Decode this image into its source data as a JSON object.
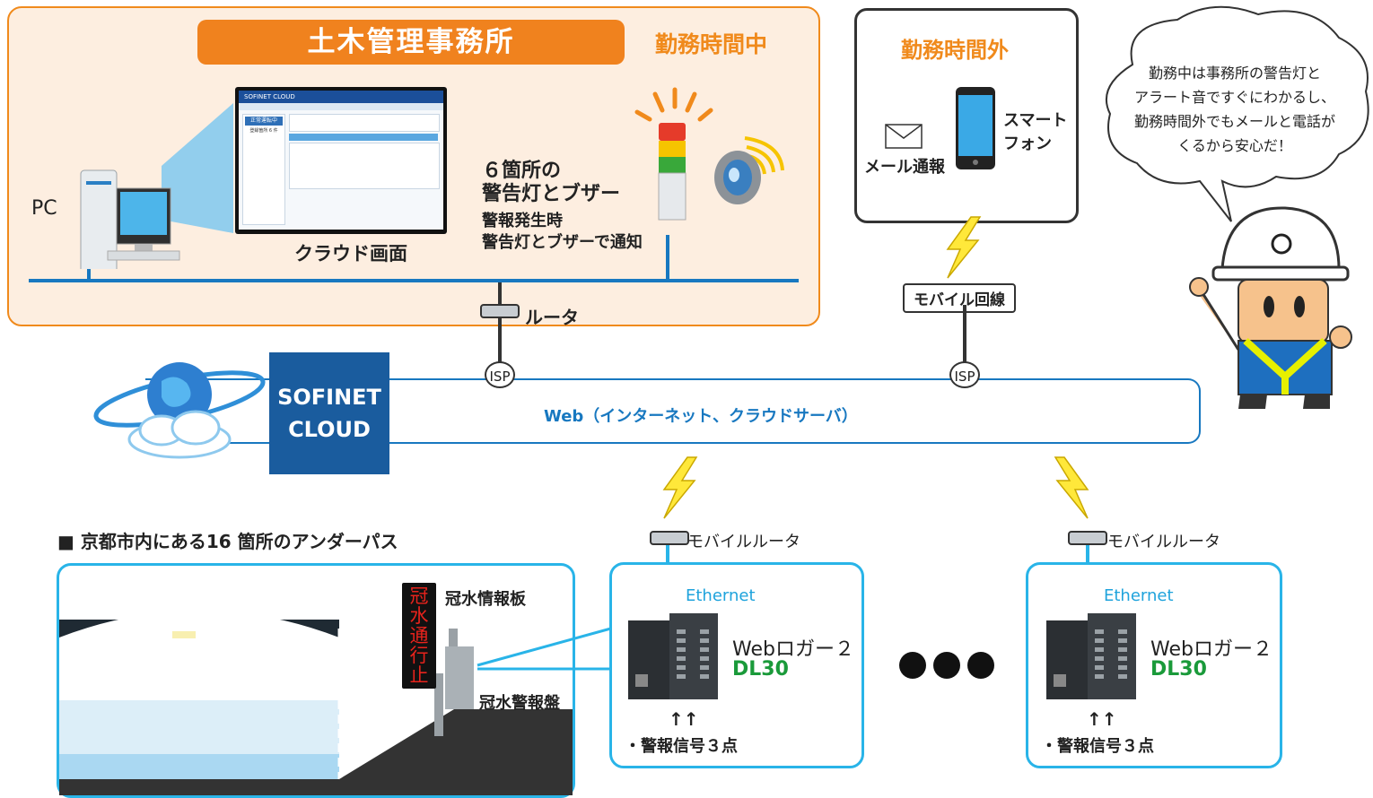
{
  "office": {
    "title": "土木管理事務所",
    "during_hours": "勤務時間中",
    "pc_label": "PC",
    "cloud_screen_label": "クラウド画面",
    "warning_title_line1": "６箇所の",
    "warning_title_line2": "警告灯とブザー",
    "warning_desc_line1": "警報発生時",
    "warning_desc_line2": "警告灯とブザーで通知",
    "router_label": "ルータ"
  },
  "off_hours": {
    "title": "勤務時間外",
    "mail_label": "メール通報",
    "smartphone_line1": "スマート",
    "smartphone_line2": "フォン",
    "mobile_line_label": "モバイル回線"
  },
  "speech": {
    "line1": "勤務中は事務所の警告灯と",
    "line2": "アラート音ですぐにわかるし、",
    "line3": "勤務時間外でもメールと電話が",
    "line4": "くるから安心だ！"
  },
  "network": {
    "isp_left": "ISP",
    "isp_right": "ISP",
    "web_label": "Web（インターネット、クラウドサーバ）",
    "cloud_line1": "SOFINET",
    "cloud_line2": "CLOUD"
  },
  "underpass": {
    "heading": "■ 京都市内にある16 箇所のアンダーパス",
    "info_board_label": "冠水情報板",
    "sign_chars": [
      "冠",
      "水",
      "通",
      "行",
      "止"
    ],
    "alarm_panel_label": "冠水警報盤"
  },
  "station_left": {
    "router_label": "モバイルルータ",
    "ethernet_label": "Ethernet",
    "logger_line1": "Webロガー２",
    "logger_model": "DL30",
    "signal_arrows": "↑↑",
    "signal_label": "・警報信号３点"
  },
  "station_right": {
    "router_label": "モバイルルータ",
    "ethernet_label": "Ethernet",
    "logger_line1": "Webロガー２",
    "logger_model": "DL30",
    "signal_arrows": "↑↑",
    "signal_label": "・警報信号３点"
  },
  "screen": {
    "brand": "SOFINET CLOUD",
    "badge_title": "正常運転中",
    "badge_sub": "登録箇所 6 件"
  },
  "colors": {
    "orange": "#f08a1c",
    "office_bg": "#fdeee0",
    "web_line": "#1878c0",
    "cyan": "#29b4e8",
    "green": "#1a9a3a",
    "lightning": "#ffe83a"
  }
}
